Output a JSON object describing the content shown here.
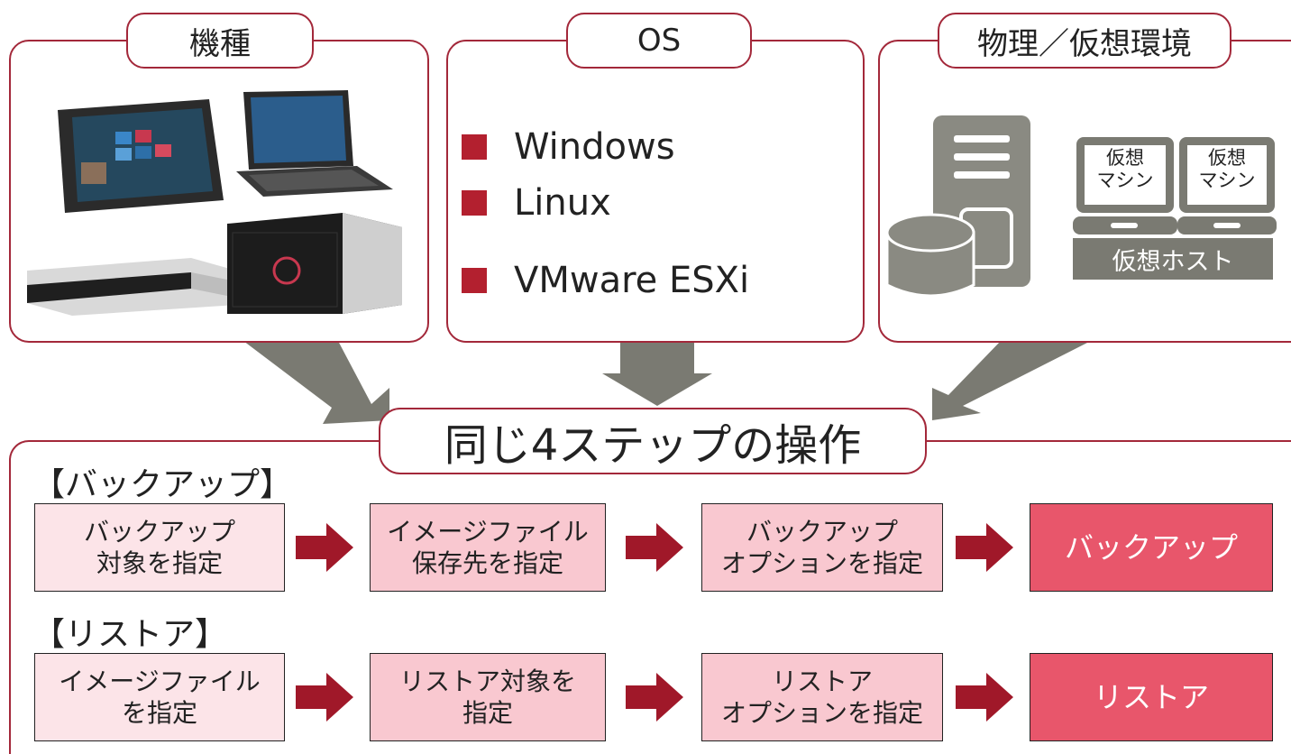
{
  "panels": {
    "model": {
      "title": "機種"
    },
    "os": {
      "title": "OS",
      "items": [
        "Windows",
        "Linux",
        "VMware ESXi"
      ]
    },
    "env": {
      "title": "物理／仮想環境",
      "vm_label_1": "仮想\nマシン",
      "vm_label_2": "仮想\nマシン",
      "host_label": "仮想ホスト"
    }
  },
  "center_title": "同じ4ステップの操作",
  "backup": {
    "label": "【バックアップ】",
    "steps": [
      "バックアップ\n対象を指定",
      "イメージファイル\n保存先を指定",
      "バックアップ\nオプションを指定",
      "バックアップ"
    ]
  },
  "restore": {
    "label": "【リストア】",
    "steps": [
      "イメージファイル\nを指定",
      "リストア対象を\n指定",
      "リストア\nオプションを指定",
      "リストア"
    ]
  },
  "colors": {
    "accent": "#a3283a",
    "arrow_gray": "#7a7a72",
    "arrow_red": "#a01829",
    "step_final": "#e8566b"
  }
}
